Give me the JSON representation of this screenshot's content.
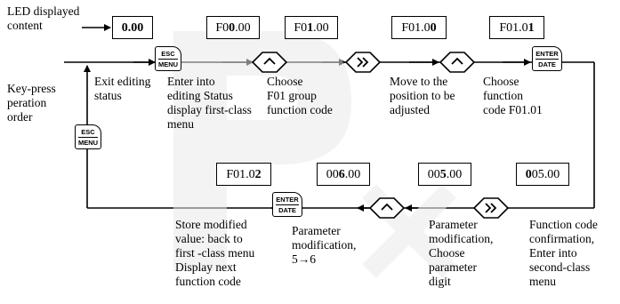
{
  "labels": {
    "led_content": "LED displayed\ncontent",
    "key_order": "Key-press\nperation\norder"
  },
  "displays": {
    "d0": [
      "",
      "0.00",
      ""
    ],
    "d1": [
      "F0",
      "0",
      ".00"
    ],
    "d2": [
      "F0",
      "1",
      ".00"
    ],
    "d3": [
      "F01.0",
      "0",
      ""
    ],
    "d4": [
      "F01.0",
      "1",
      ""
    ],
    "d5": [
      "F01.0",
      "2",
      ""
    ],
    "d6": [
      "00",
      "6",
      ".00"
    ],
    "d7": [
      "00",
      "5",
      ".00"
    ],
    "d8": [
      "",
      "0",
      "05.00"
    ]
  },
  "keys": {
    "esc_top": "ESC",
    "esc_bottom": "MENU",
    "enter_top": "ENTER",
    "enter_bottom": "DATE",
    "up_icon": "up-arrow-icon",
    "shift_icon": "double-chevron-right-icon"
  },
  "steps": {
    "exit_editing": "Exit editing\nstatus",
    "enter_editing": "Enter into\nediting Status\ndisplay first-class\nmenu",
    "choose_group": "Choose\nF01 group\nfunction code",
    "move_position": "Move to the\nposition to be\nadjusted",
    "choose_function": "Choose\nfunction\ncode F01.01",
    "store_modified": "Store modified\nvalue: back to\nfirst -class menu\nDisplay next\nfunction code",
    "param_mod_5_6": "Parameter\nmodification,\n5→6",
    "param_mod_digit": "Parameter\nmodification,\nChoose\nparameter\ndigit",
    "function_confirm": "Function code\nconfirmation,\nEnter into\nsecond-class\nmenu"
  }
}
